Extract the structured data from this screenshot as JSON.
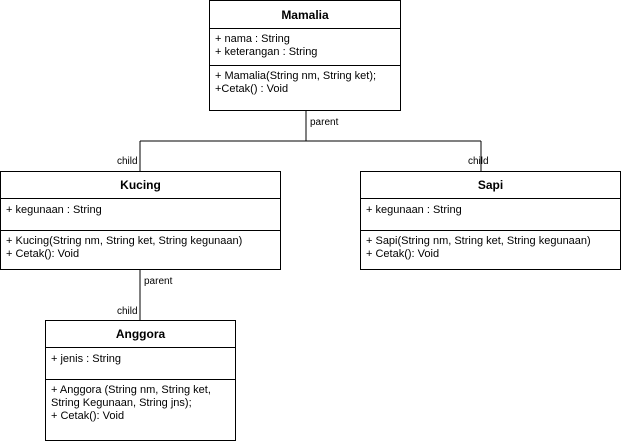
{
  "classes": {
    "mamalia": {
      "name": "Mamalia",
      "attributes": [
        "+ nama : String",
        "+ keterangan : String"
      ],
      "methods": [
        "+ Mamalia(String nm, String ket);",
        "+Cetak() : Void"
      ]
    },
    "kucing": {
      "name": "Kucing",
      "attributes": [
        "+ kegunaan : String"
      ],
      "methods": [
        "+ Kucing(String nm, String ket, String kegunaan)",
        "+ Cetak(): Void"
      ]
    },
    "sapi": {
      "name": "Sapi",
      "attributes": [
        "+ kegunaan : String"
      ],
      "methods": [
        "+ Sapi(String nm, String ket, String kegunaan)",
        "+ Cetak(): Void"
      ]
    },
    "anggora": {
      "name": "Anggora",
      "attributes": [
        "+ jenis : String"
      ],
      "methods": [
        "+ Anggora (String nm, String ket, String Kegunaan, String jns);",
        "+ Cetak(): Void"
      ]
    }
  },
  "connectors": {
    "mamalia_parent": "parent",
    "kucing_child": "child",
    "sapi_child": "child",
    "kucing_parent": "parent",
    "anggora_child": "child"
  }
}
